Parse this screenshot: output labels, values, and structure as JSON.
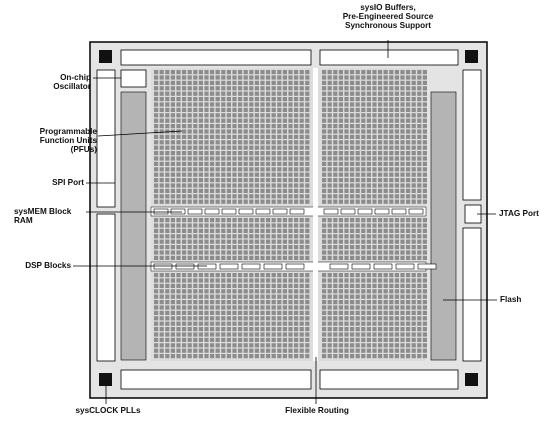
{
  "labels": {
    "oscillator": "On-chip\nOscillator",
    "pfu": "Programmable\nFunction Units\n(PFUs)",
    "spi": "SPI Port",
    "sysmem": "sysMEM Block\nRAM",
    "dsp": "DSP Blocks",
    "sysio": "sysIO Buffers,\nPre-Engineered Source\nSynchronous Support",
    "jtag": "JTAG Port",
    "flash": "Flash",
    "sysclock": "sysCLOCK PLLs",
    "routing": "Flexible Routing"
  },
  "colors": {
    "outline": "#000000",
    "chip_bg": "#e4e4e4",
    "pfu_fill": "#8c8c8c",
    "flash_fill": "#b4b4b4",
    "pll_fill": "#111111",
    "block_fill": "#ffffff"
  }
}
